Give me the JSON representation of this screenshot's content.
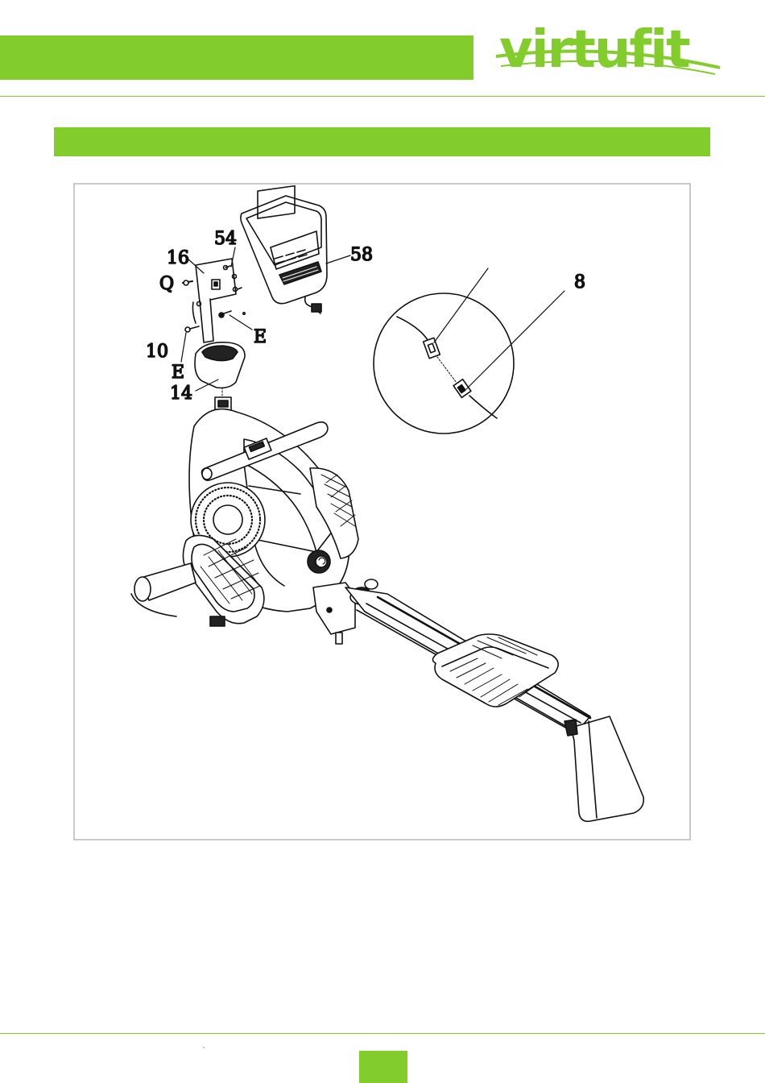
{
  "brand": {
    "logo_text": "virtufit",
    "accent_color": "#82cc2b"
  },
  "figure": {
    "part_labels": {
      "p54": "54",
      "p16": "16",
      "pQ": "Q",
      "p58": "58",
      "p8": "8",
      "pE1": "E",
      "p10": "10",
      "pE2": "E",
      "p14": "14"
    }
  },
  "footer": {
    "mark": "\""
  }
}
